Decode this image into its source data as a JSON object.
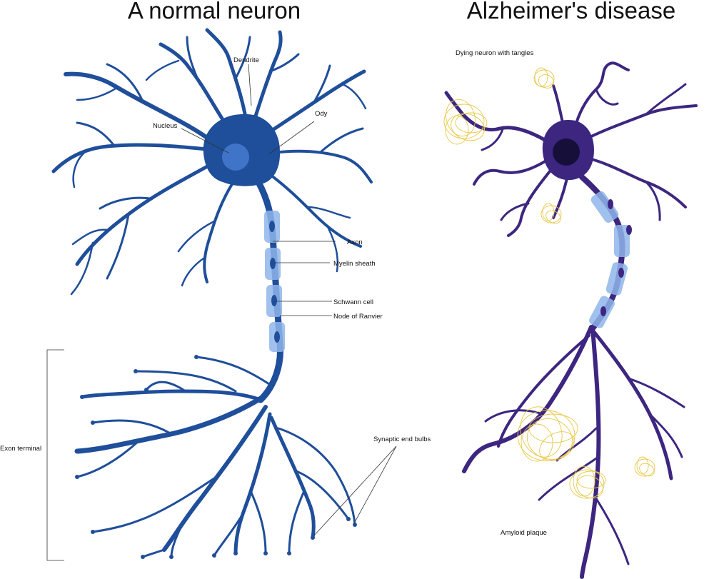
{
  "titles": {
    "normal": "A normal neuron",
    "alzheimers": "Alzheimer's disease"
  },
  "labels": {
    "dendrite": "Dendrite",
    "nucleus": "Nucleus",
    "ody": "Ody",
    "axon": "Axon",
    "myelin_sheath": "Myelin sheath",
    "schwann_cell": "Schwann cell",
    "node_of_ranvier": "Node of Ranvier",
    "exon_terminal": "Exon terminal",
    "synaptic_end_bulbs": "Synaptic end bulbs",
    "dying_neuron": "Dying neuron with tangles",
    "amyloid_plaque": "Amyloid plaque"
  },
  "colors": {
    "healthy_neuron": "#1f4e9a",
    "healthy_nucleus": "#3f74c8",
    "myelin": "#8fb5ea",
    "diseased_neuron": "#3d2680",
    "diseased_nucleus": "#160f3a",
    "tangles": "#e9c84a"
  }
}
